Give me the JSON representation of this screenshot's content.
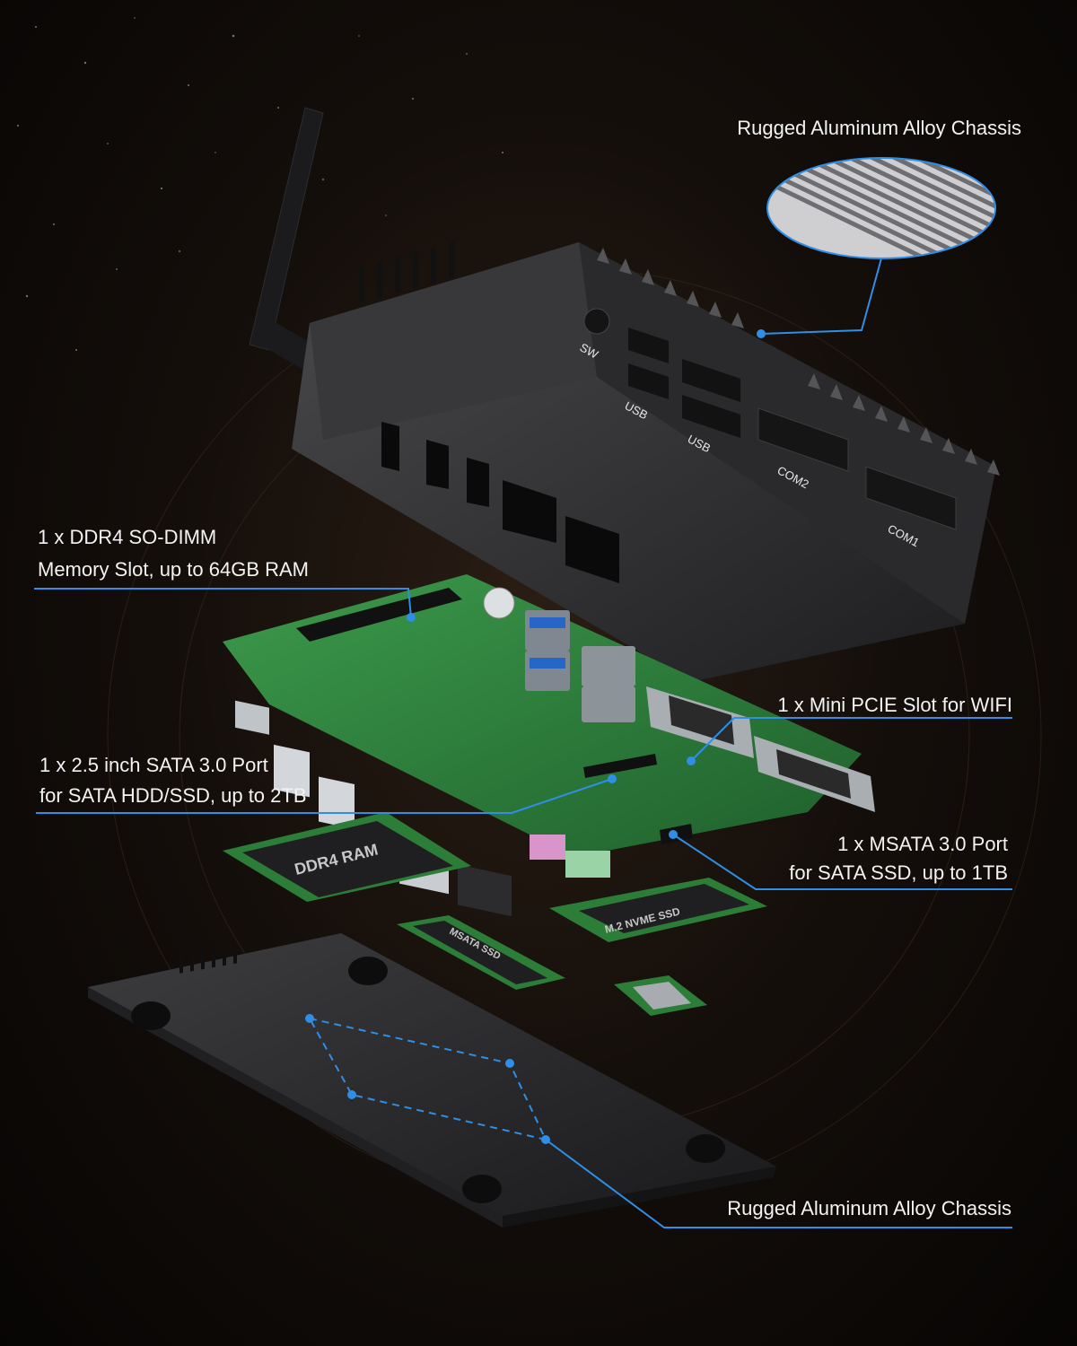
{
  "callouts": {
    "chassis_top": "Rugged Aluminum Alloy Chassis",
    "memory_line1": "1 x DDR4 SO-DIMM",
    "memory_line2": "Memory Slot, up to 64GB RAM",
    "mini_pcie": "1 x Mini PCIE Slot for WIFI",
    "sata_line1": "1 x 2.5 inch SATA 3.0 Port",
    "sata_line2": "for SATA HDD/SSD, up to 2TB",
    "msata_line1": "1 x MSATA 3.0 Port",
    "msata_line2": "for SATA SSD, up to 1TB",
    "chassis_bottom": "Rugged Aluminum Alloy Chassis"
  },
  "case_labels": {
    "sw": "SW",
    "usb_a": "USB",
    "usb_b": "USB",
    "com2": "COM2",
    "com1": "COM1"
  },
  "components": {
    "ram": "DDR4 RAM",
    "msata_ssd": "MSATA SSD",
    "m2_ssd": "M.2 NVME SSD"
  },
  "colors": {
    "accent": "#2f8ee6",
    "board": "#2f7d3c",
    "case": "#2b2b2d"
  }
}
